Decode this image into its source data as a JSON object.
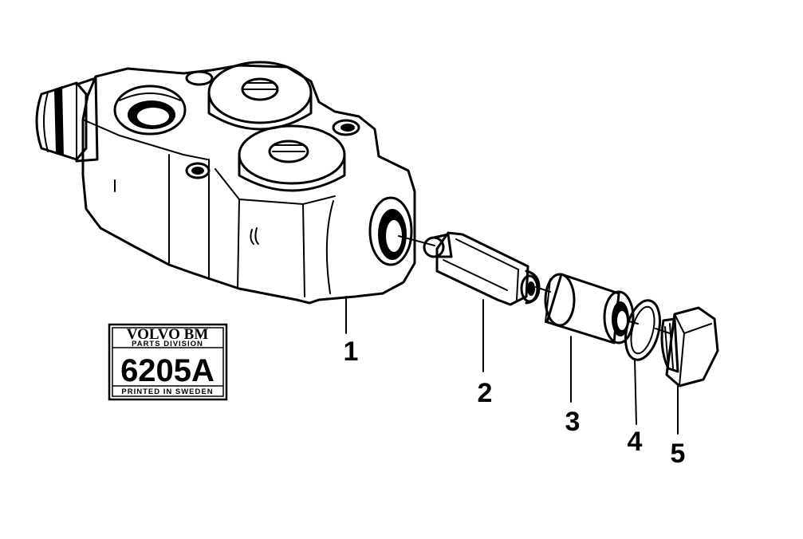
{
  "stamp": {
    "brand": "VOLVO BM",
    "division": "PARTS DIVISION",
    "code": "6205A",
    "footer": "PRINTED IN SWEDEN"
  },
  "callouts": [
    "1",
    "2",
    "3",
    "4",
    "5"
  ]
}
